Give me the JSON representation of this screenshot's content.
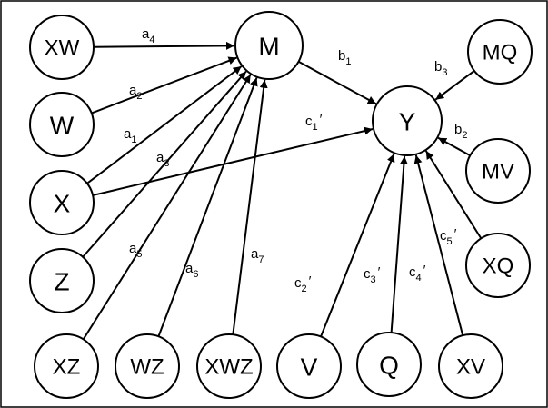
{
  "diagram": {
    "nodes": [
      {
        "id": "XW",
        "label": "XW"
      },
      {
        "id": "W",
        "label": "W"
      },
      {
        "id": "X",
        "label": "X"
      },
      {
        "id": "Z",
        "label": "Z"
      },
      {
        "id": "XZ",
        "label": "XZ"
      },
      {
        "id": "WZ",
        "label": "WZ"
      },
      {
        "id": "XWZ",
        "label": "XWZ"
      },
      {
        "id": "V",
        "label": "V"
      },
      {
        "id": "Q",
        "label": "Q"
      },
      {
        "id": "XV",
        "label": "XV"
      },
      {
        "id": "M",
        "label": "M"
      },
      {
        "id": "Y",
        "label": "Y"
      },
      {
        "id": "MQ",
        "label": "MQ"
      },
      {
        "id": "MV",
        "label": "MV"
      },
      {
        "id": "XQ",
        "label": "XQ"
      }
    ],
    "edges": [
      {
        "from": "XW",
        "to": "M",
        "label": {
          "base": "a",
          "sub": "4",
          "prime": ""
        }
      },
      {
        "from": "W",
        "to": "M",
        "label": {
          "base": "a",
          "sub": "2",
          "prime": ""
        }
      },
      {
        "from": "X",
        "to": "M",
        "label": {
          "base": "a",
          "sub": "1",
          "prime": ""
        }
      },
      {
        "from": "Z",
        "to": "M",
        "label": {
          "base": "a",
          "sub": "3",
          "prime": ""
        }
      },
      {
        "from": "XZ",
        "to": "M",
        "label": {
          "base": "a",
          "sub": "5",
          "prime": ""
        }
      },
      {
        "from": "WZ",
        "to": "M",
        "label": {
          "base": "a",
          "sub": "6",
          "prime": ""
        }
      },
      {
        "from": "XWZ",
        "to": "M",
        "label": {
          "base": "a",
          "sub": "7",
          "prime": ""
        }
      },
      {
        "from": "M",
        "to": "Y",
        "label": {
          "base": "b",
          "sub": "1",
          "prime": ""
        }
      },
      {
        "from": "MQ",
        "to": "Y",
        "label": {
          "base": "b",
          "sub": "3",
          "prime": ""
        }
      },
      {
        "from": "MV",
        "to": "Y",
        "label": {
          "base": "b",
          "sub": "2",
          "prime": ""
        }
      },
      {
        "from": "X",
        "to": "Y",
        "label": {
          "base": "c",
          "sub": "1",
          "prime": "′"
        }
      },
      {
        "from": "V",
        "to": "Y",
        "label": {
          "base": "c",
          "sub": "2",
          "prime": "′"
        }
      },
      {
        "from": "Q",
        "to": "Y",
        "label": {
          "base": "c",
          "sub": "3",
          "prime": "′"
        }
      },
      {
        "from": "XV",
        "to": "Y",
        "label": {
          "base": "c",
          "sub": "4",
          "prime": "′"
        }
      },
      {
        "from": "XQ",
        "to": "Y",
        "label": {
          "base": "c",
          "sub": "5",
          "prime": "′"
        }
      }
    ]
  }
}
